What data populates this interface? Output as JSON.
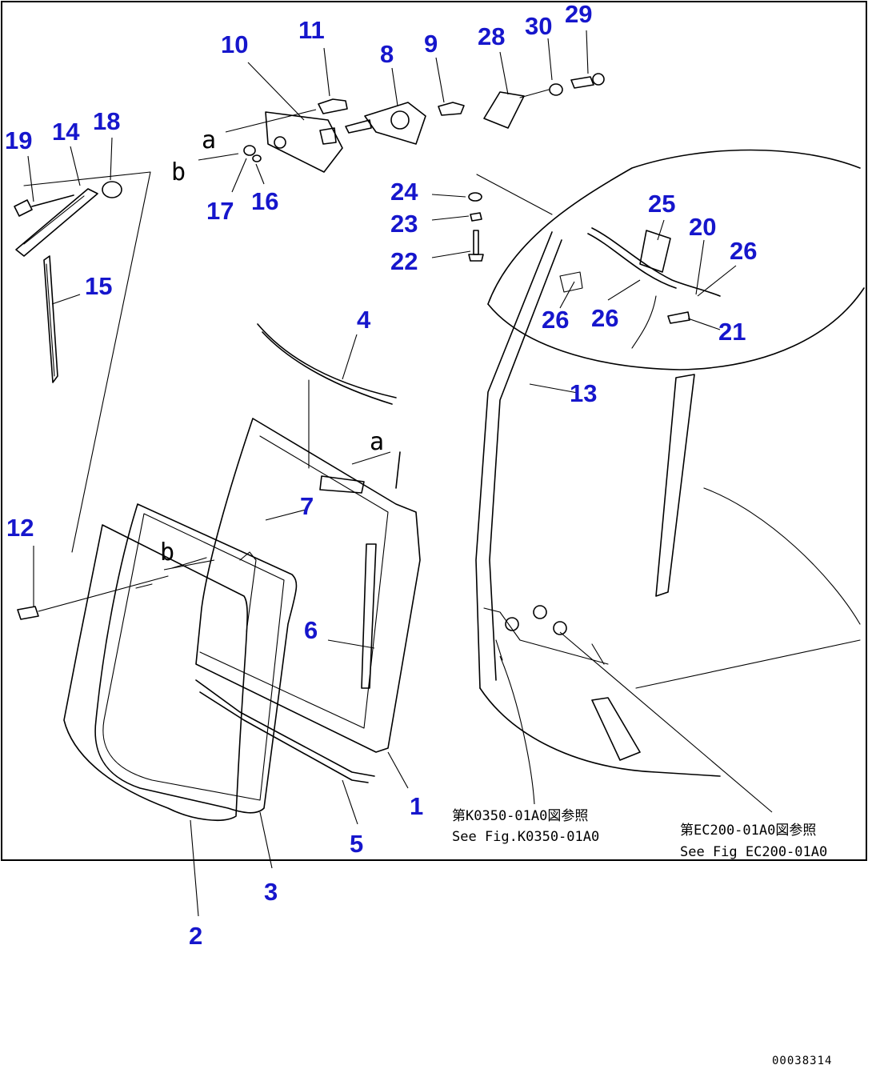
{
  "callouts": [
    {
      "id": "c1",
      "text": "1"
    },
    {
      "id": "c2",
      "text": "2"
    },
    {
      "id": "c3",
      "text": "3"
    },
    {
      "id": "c4",
      "text": "4"
    },
    {
      "id": "c5",
      "text": "5"
    },
    {
      "id": "c6",
      "text": "6"
    },
    {
      "id": "c7",
      "text": "7"
    },
    {
      "id": "c8",
      "text": "8"
    },
    {
      "id": "c9",
      "text": "9"
    },
    {
      "id": "c10",
      "text": "10"
    },
    {
      "id": "c11",
      "text": "11"
    },
    {
      "id": "c12",
      "text": "12"
    },
    {
      "id": "c13",
      "text": "13"
    },
    {
      "id": "c14",
      "text": "14"
    },
    {
      "id": "c15",
      "text": "15"
    },
    {
      "id": "c16",
      "text": "16"
    },
    {
      "id": "c17",
      "text": "17"
    },
    {
      "id": "c18",
      "text": "18"
    },
    {
      "id": "c19",
      "text": "19"
    },
    {
      "id": "c20",
      "text": "20"
    },
    {
      "id": "c21",
      "text": "21"
    },
    {
      "id": "c22",
      "text": "22"
    },
    {
      "id": "c23",
      "text": "23"
    },
    {
      "id": "c24",
      "text": "24"
    },
    {
      "id": "c25",
      "text": "25"
    },
    {
      "id": "c26a",
      "text": "26"
    },
    {
      "id": "c26b",
      "text": "26"
    },
    {
      "id": "c26c",
      "text": "26"
    },
    {
      "id": "c28",
      "text": "28"
    },
    {
      "id": "c29",
      "text": "29"
    },
    {
      "id": "c30",
      "text": "30"
    }
  ],
  "connection_letters": {
    "a_top": "a",
    "b_top": "b",
    "a_frame": "a",
    "b_glass": "b"
  },
  "reference_notes": {
    "left_jp": "第K0350-01A0図参照",
    "left_en": "See Fig.K0350-01A0",
    "right_jp": "第EC200-01A0図参照",
    "right_en": "See Fig EC200-01A0"
  },
  "drawing_code": "00038314"
}
